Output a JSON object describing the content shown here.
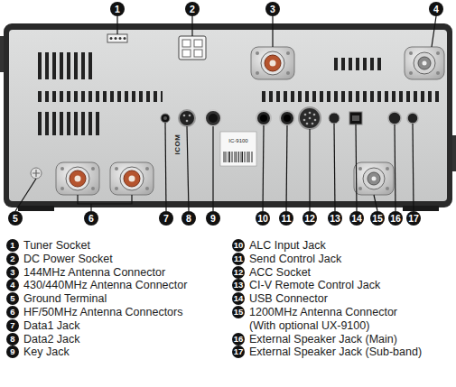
{
  "diagram": {
    "labels": [
      "1",
      "2",
      "3",
      "4",
      "5",
      "6",
      "7",
      "8",
      "9",
      "10",
      "11",
      "12",
      "13",
      "14",
      "15",
      "16",
      "17",
      "ICOM",
      "IC-9100",
      "1",
      "Tuner Socket",
      "2",
      "DC Power Socket",
      "3",
      "144MHz Antenna Connector",
      "4",
      "430/440MHz Antenna Connector",
      "5",
      "Ground Terminal",
      "6",
      "HF/50MHz Antenna Connectors",
      "7",
      "Data1 Jack",
      "8",
      "Data2 Jack",
      "9",
      "Key Jack",
      "10",
      "ALC Input Jack",
      "11",
      "Send Control Jack",
      "12",
      "ACC Socket",
      "13",
      "CI-V Remote Control Jack",
      "14",
      "USB Connector",
      "15",
      "1200MHz Antenna Connector",
      "(With optional UX-9100)",
      "16",
      "External Speaker Jack (Main)",
      "17",
      "External Speaker Jack (Sub-band)"
    ]
  }
}
